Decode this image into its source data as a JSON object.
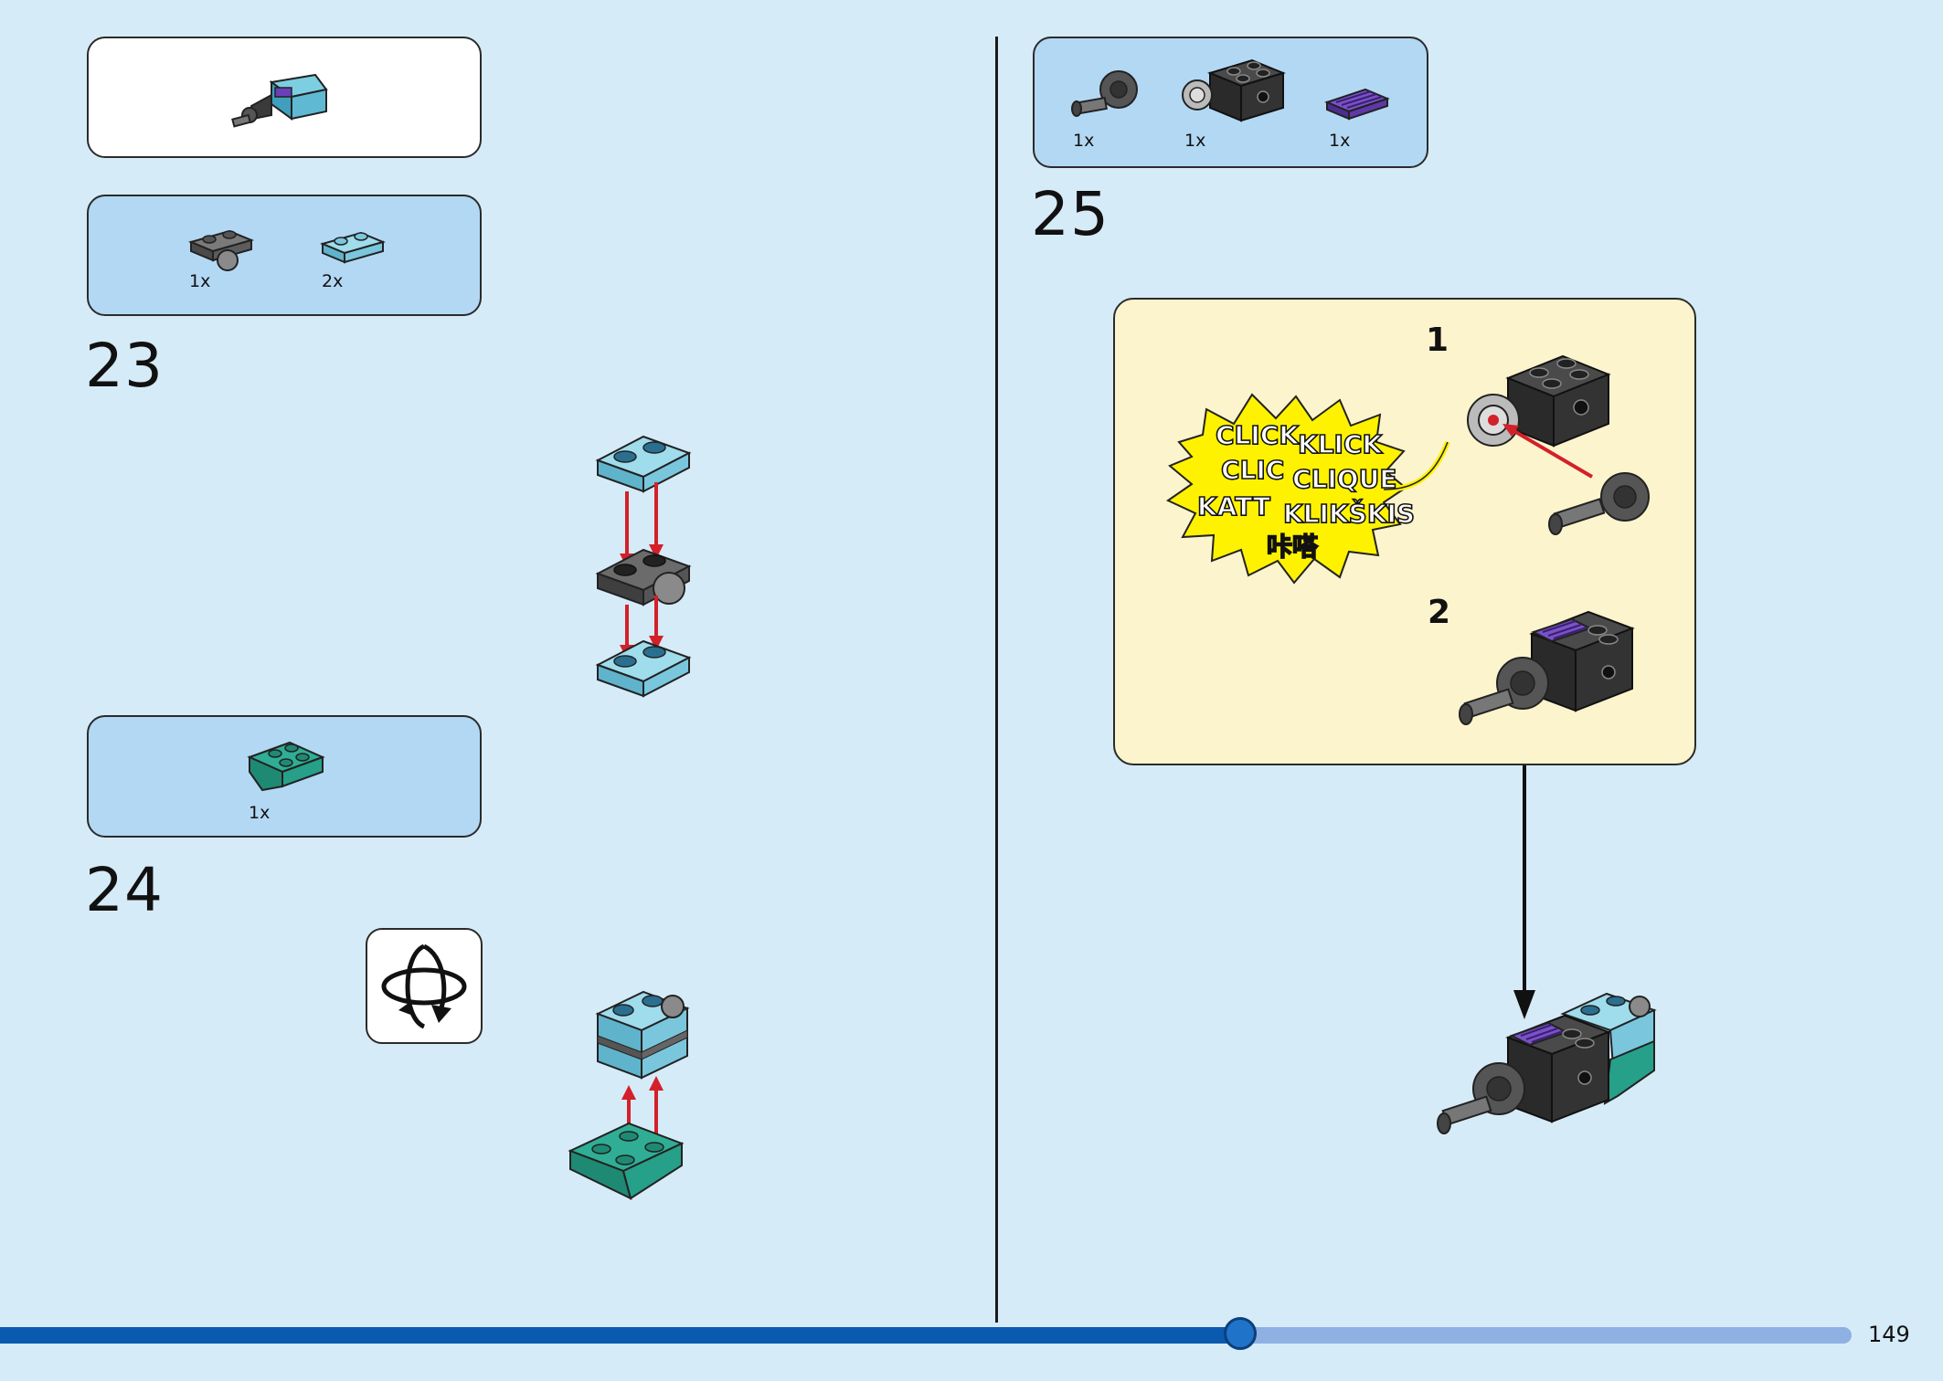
{
  "left_page": {
    "parts_list_23": [
      {
        "qty": "1x",
        "part": "dark grey plate 1x2 with ball"
      },
      {
        "qty": "2x",
        "part": "light blue plate 1x2"
      }
    ],
    "step_23": {
      "number": "23"
    },
    "parts_list_24": [
      {
        "qty": "1x",
        "part": "teal inverted slope plate"
      }
    ],
    "step_24": {
      "number": "24"
    }
  },
  "right_page": {
    "parts_list_25": [
      {
        "qty": "1x",
        "part": "dark grey ball joint connector"
      },
      {
        "qty": "1x",
        "part": "black technic brick 2x2 with pin hole"
      },
      {
        "qty": "1x",
        "part": "purple grille tile 1x2"
      }
    ],
    "step_25": {
      "number": "25"
    },
    "callout": {
      "substep_1": "1",
      "substep_2": "2",
      "click_words": [
        "CLICK",
        "KLICK",
        "CLIC",
        "CLIQUE",
        "KATT",
        "KLIKŠKIS",
        "咔嗒"
      ]
    }
  },
  "footer": {
    "page_number": "149",
    "progress": 0.67
  },
  "colors": {
    "background": "#d6ebf8",
    "parts_box": "#b3d8f3",
    "callout": "#fcf4cc",
    "progress_fill": "#0a5ab0",
    "progress_track": "#8fb0e3",
    "arrow_red": "#d3202a",
    "burst_yellow": "#fff200"
  }
}
